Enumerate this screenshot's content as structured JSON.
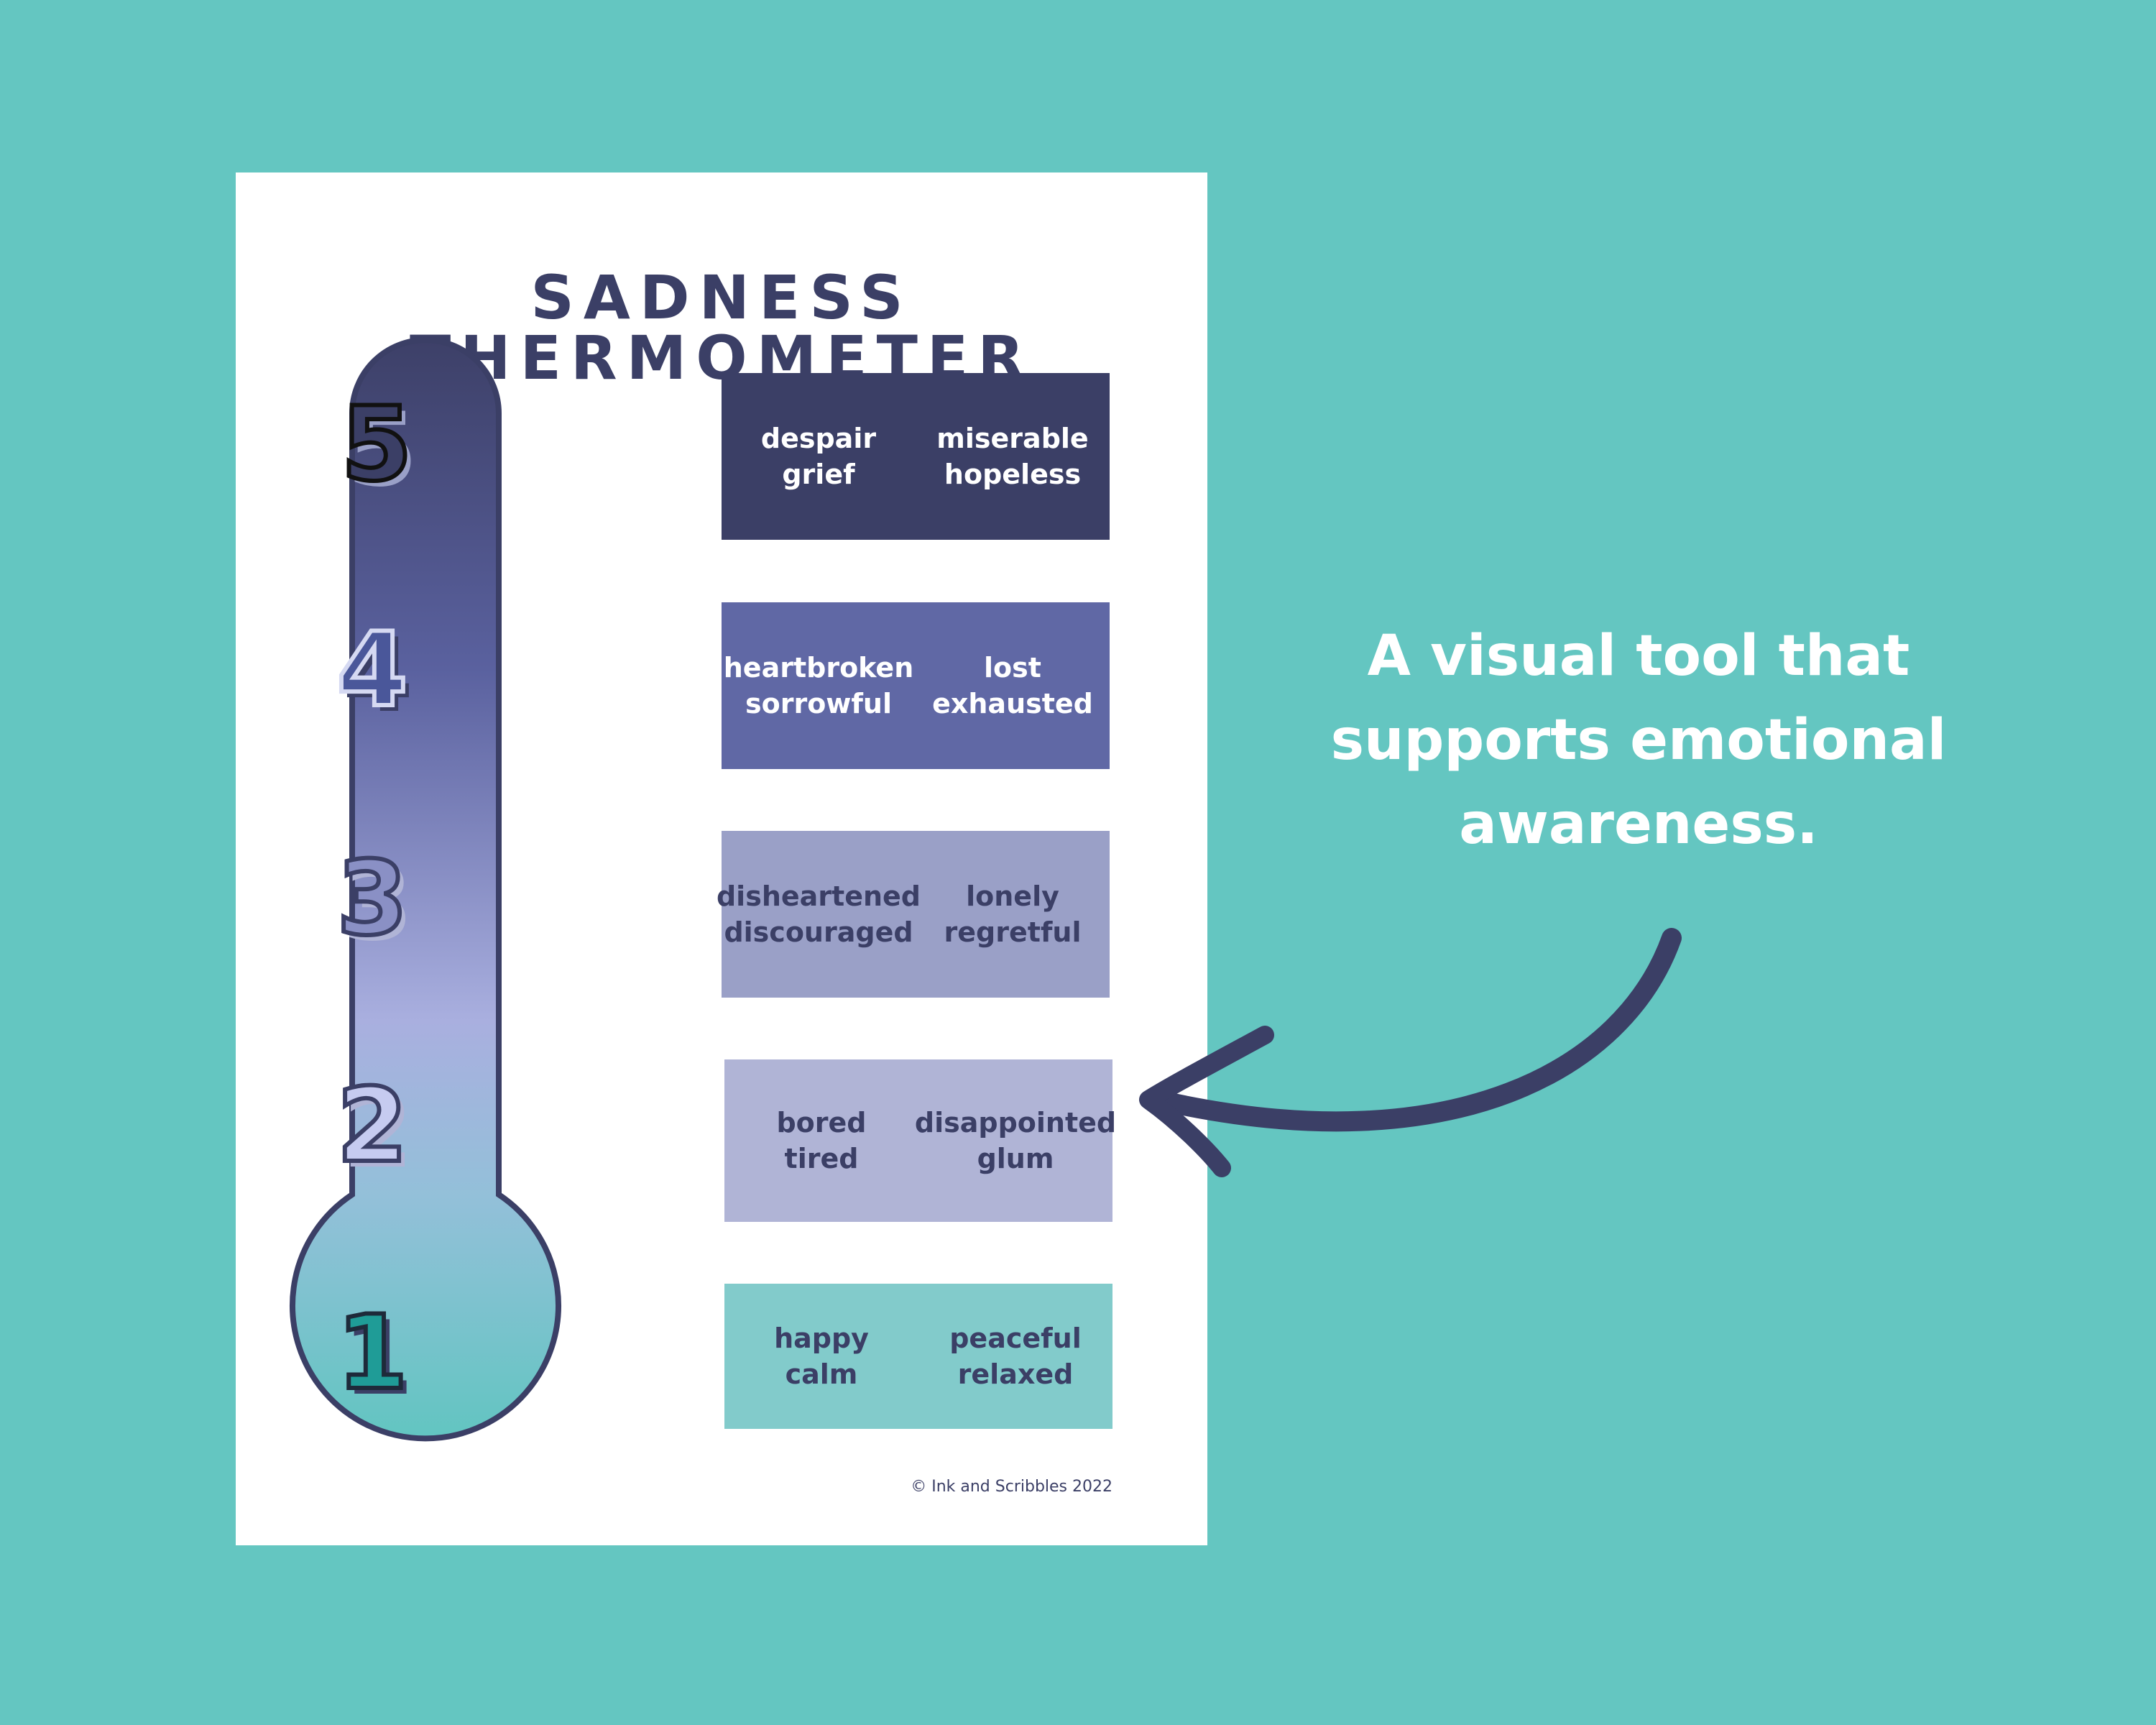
{
  "poster": {
    "title": "SADNESS THERMOMETER",
    "copyright": "© Ink and Scribbles 2022",
    "levels": [
      {
        "number": "5",
        "color": "#3b3f66",
        "number_fill": "#3b3f66",
        "text_color": "#ffffff",
        "words_left": [
          "despair",
          "grief"
        ],
        "words_right": [
          "miserable",
          "hopeless"
        ]
      },
      {
        "number": "4",
        "color": "#6068a5",
        "number_fill": "#4a579a",
        "text_color": "#ffffff",
        "words_left": [
          "heartbroken",
          "sorrowful"
        ],
        "words_right": [
          "lost",
          "exhausted"
        ]
      },
      {
        "number": "3",
        "color": "#9aa0c7",
        "number_fill": "#8a90c5",
        "text_color": "#3b3f66",
        "words_left": [
          "disheartened",
          "discouraged"
        ],
        "words_right": [
          "lonely",
          "regretful"
        ]
      },
      {
        "number": "2",
        "color": "#b0b4d6",
        "number_fill": "#aab0dc",
        "text_color": "#3b3f66",
        "words_left": [
          "bored",
          "tired"
        ],
        "words_right": [
          "disappointed",
          "glum"
        ]
      },
      {
        "number": "1",
        "color": "#82cbcb",
        "number_fill": "#1f9c97",
        "text_color": "#3b3f66",
        "words_left": [
          "happy",
          "calm"
        ],
        "words_right": [
          "peaceful",
          "relaxed"
        ]
      }
    ]
  },
  "tagline": {
    "lines": [
      "A visual tool that",
      "supports emotional",
      "awareness."
    ]
  },
  "colors": {
    "background": "#64c6c1",
    "accent_dark": "#3b3f66",
    "poster_bg": "#ffffff"
  }
}
